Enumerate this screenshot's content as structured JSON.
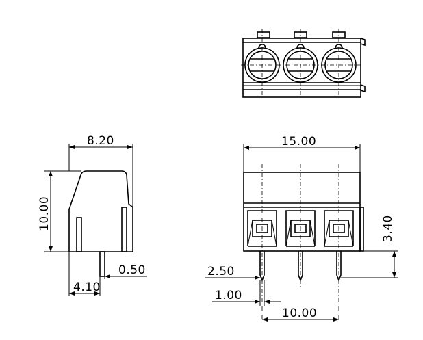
{
  "dimensions": {
    "side_width": "8.20",
    "side_height": "10.00",
    "pin_thickness": "0.50",
    "pin_offset": "4.10",
    "front_width": "15.00",
    "pin_length": "3.40",
    "pin_pitch": "2.50",
    "pin_width": "1.00",
    "pin_span": "10.00"
  }
}
